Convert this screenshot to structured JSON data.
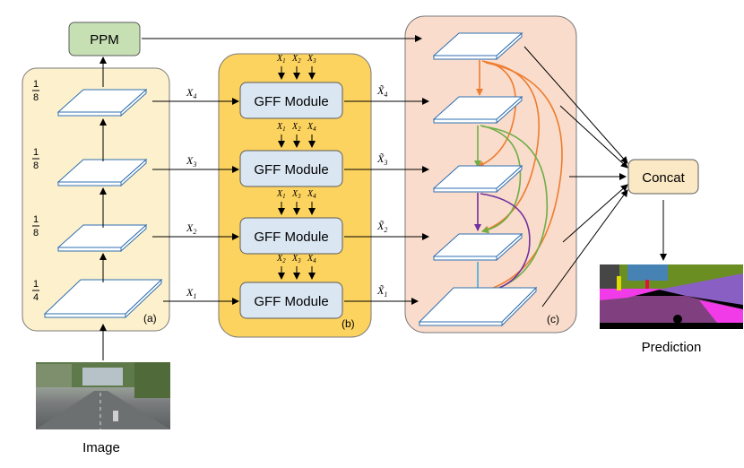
{
  "ppm": {
    "label": "PPM"
  },
  "gff": {
    "label": "GFF Module"
  },
  "concat": {
    "label": "Concat"
  },
  "panels": {
    "a": "(a)",
    "b": "(b)",
    "c": "(c)"
  },
  "scales": [
    {
      "num": "1",
      "den": "8"
    },
    {
      "num": "1",
      "den": "8"
    },
    {
      "num": "1",
      "den": "8"
    },
    {
      "num": "1",
      "den": "4"
    }
  ],
  "features_in": [
    {
      "sym": "X",
      "sub": "4"
    },
    {
      "sym": "X",
      "sub": "3"
    },
    {
      "sym": "X",
      "sub": "2"
    },
    {
      "sym": "X",
      "sub": "1"
    }
  ],
  "features_out": [
    {
      "sym": "X̃",
      "sub": "4"
    },
    {
      "sym": "X̃",
      "sub": "3"
    },
    {
      "sym": "X̃",
      "sub": "2"
    },
    {
      "sym": "X̃",
      "sub": "1"
    }
  ],
  "gate_inputs": [
    [
      "1",
      "2",
      "3"
    ],
    [
      "1",
      "2",
      "4"
    ],
    [
      "1",
      "3",
      "4"
    ],
    [
      "2",
      "3",
      "4"
    ]
  ],
  "captions": {
    "image": "Image",
    "prediction": "Prediction"
  },
  "colors": {
    "panel_a": "#fdf0cd",
    "panel_b": "#fdd35f",
    "panel_c": "#f9dccb",
    "ppm": "#c6e0b4",
    "gff": "#dae6f2",
    "concat": "#fbe8c4",
    "orange": "#ed7d31",
    "green": "#70ad47",
    "purple": "#7030a0",
    "blue": "#3fa9e0"
  }
}
